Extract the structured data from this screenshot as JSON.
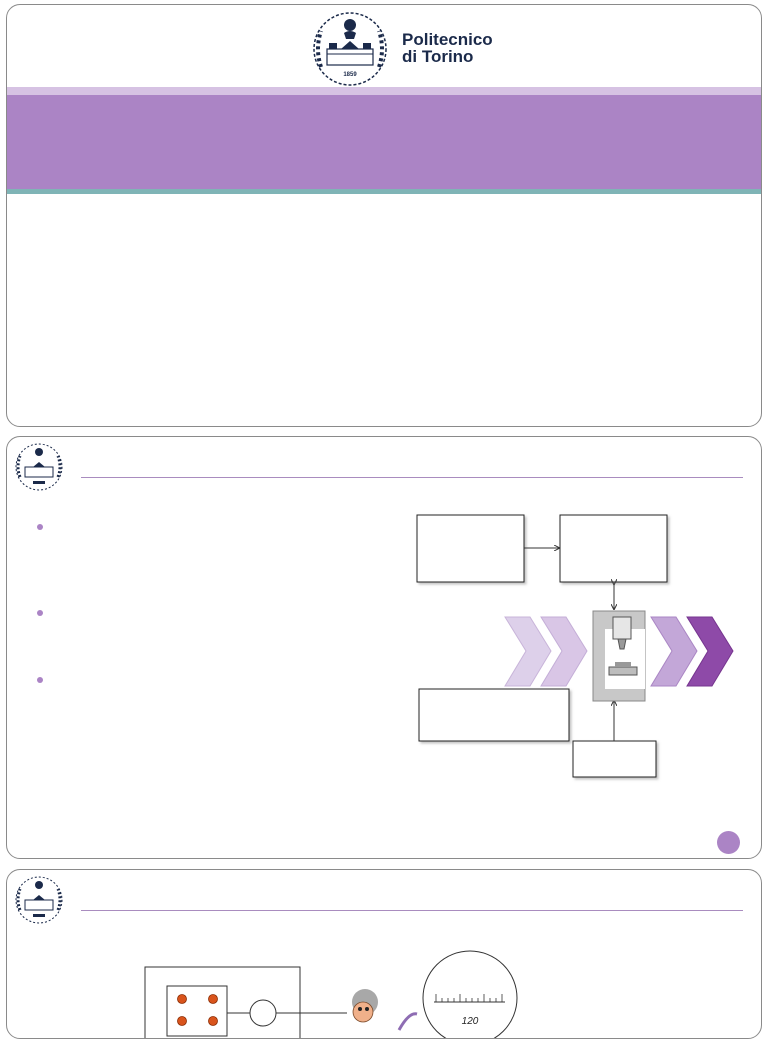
{
  "university": {
    "name_line1": "Politecnico",
    "name_line2": "di Torino",
    "founding_year": "1859"
  },
  "slides": [
    {
      "title": "",
      "subtitle": ""
    },
    {
      "title": "",
      "bullets": [
        "",
        "",
        ""
      ],
      "page_number": ""
    },
    {
      "title": "",
      "gauge_value": "120"
    }
  ],
  "colors": {
    "lilac": "#ab84c5",
    "lilac_light": "#d6c2e3",
    "teal": "#7fb4b6",
    "purple_dark": "#8e4aa8",
    "navy": "#1b2a4a"
  },
  "icons": [
    "university-seal-icon",
    "chevron-arrow-icon",
    "milling-machine-icon",
    "operator-cartoon-icon",
    "dial-gauge-icon"
  ]
}
